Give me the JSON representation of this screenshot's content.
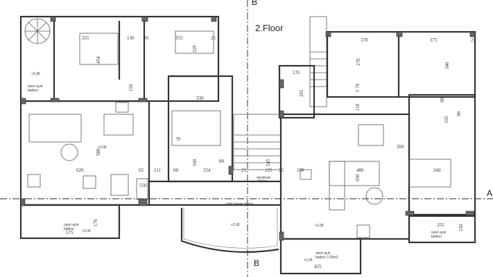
{
  "title": "2.Floor",
  "section_markers": {
    "a": "A",
    "b_top": "B",
    "b_bottom": "B"
  },
  "dimensions": [
    "355",
    "130",
    "20",
    "355",
    "25",
    "454",
    "329",
    "110",
    "330",
    "370",
    "375",
    "25",
    "270",
    "340",
    "135",
    "265",
    "5 70",
    "110",
    "90",
    "165",
    "90",
    "70",
    "620",
    "65",
    "111",
    "60",
    "254",
    "80",
    "580",
    "160",
    "550",
    "25",
    "125",
    "25",
    "545",
    "190",
    "480",
    "650",
    "340",
    "260",
    "575",
    "170",
    "355",
    "150",
    "425"
  ],
  "labels": {
    "balcony_top_left": [
      "üzeri açık",
      "balkon"
    ],
    "balcony_bottom_left": [
      "üzeri açık",
      "balkon"
    ],
    "balcony_bottom_right": [
      "üzeri açık",
      "balkon"
    ],
    "balcony_bottom_center": [
      "üzeri açık",
      "balkon 7,65m2"
    ],
    "arch_line": "üstte kemer hizası",
    "stair_line": [
      "merdiven",
      "hizası"
    ],
    "elevation": "+3,36"
  },
  "colors": {
    "walls": "#333333",
    "columns": "#666666",
    "background": "#ffffff"
  }
}
